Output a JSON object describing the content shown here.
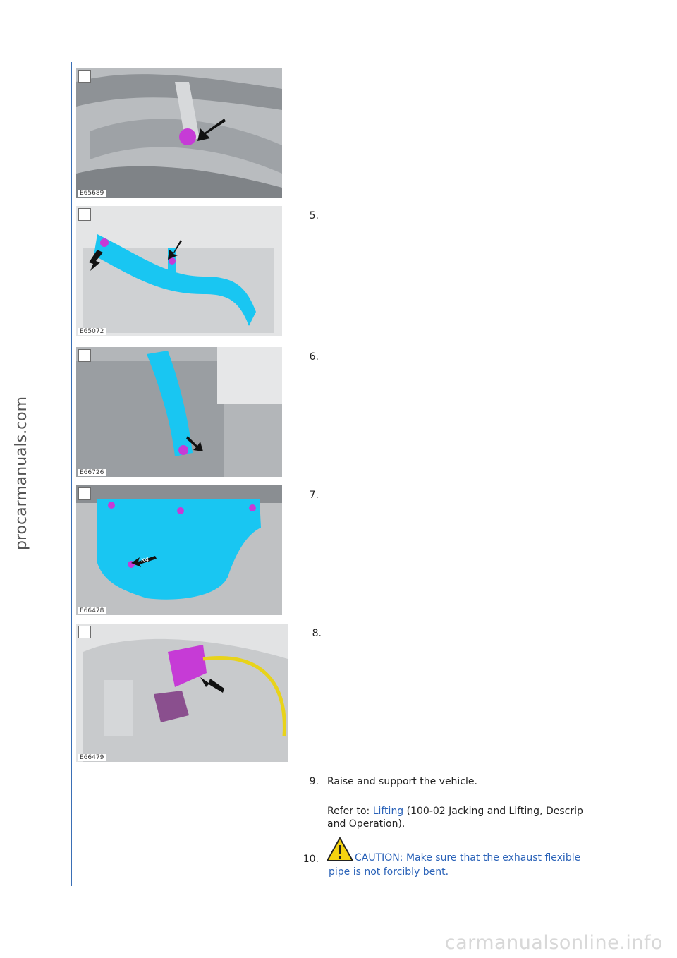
{
  "side_watermark": "procarmanuals.com",
  "bottom_watermark": "carmanualsonline.info",
  "figures": [
    {
      "id": "E65689"
    },
    {
      "id": "E65072",
      "step": "5."
    },
    {
      "id": "E66726",
      "step": "6."
    },
    {
      "id": "E66478",
      "step": "7.",
      "callout": "x4"
    },
    {
      "id": "E66479",
      "step": "8."
    }
  ],
  "step9": {
    "number": "9.",
    "text": "Raise and support the vehicle.",
    "refer_prefix": "Refer to: ",
    "refer_link": "Lifting",
    "refer_suffix": " (100-02 Jacking and Lifting, Descrip",
    "refer_line2": "and Operation)."
  },
  "step10": {
    "number": "10.",
    "caution_line1": "CAUTION: Make sure that the exhaust flexible",
    "caution_line2": "pipe is not forcibly bent."
  },
  "colors": {
    "accent_blue": "#2a62b8",
    "highlight_cyan": "#19c6f2",
    "highlight_magenta": "#c63bd6",
    "harness_yellow": "#e8d31a"
  }
}
